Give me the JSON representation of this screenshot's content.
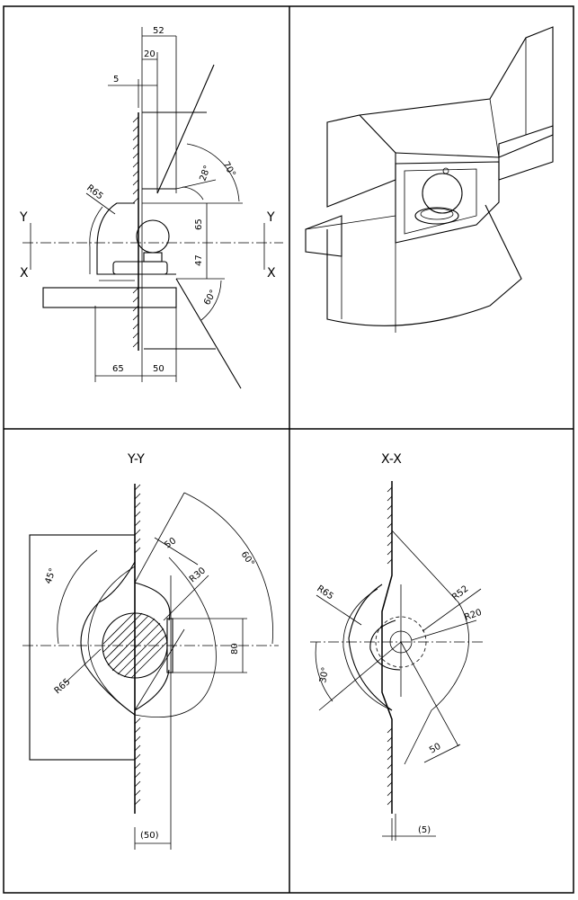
{
  "panels": {
    "top_left": {
      "dims": {
        "d52": "52",
        "d20": "20",
        "d5": "5",
        "d70": "70°",
        "d28": "28°",
        "r65": "R65",
        "d65": "65",
        "d47": "47",
        "d60": "60°",
        "d65b": "65",
        "d50": "50"
      },
      "markers": {
        "y": "Y",
        "x": "X"
      }
    },
    "bottom_left": {
      "title": "Y-Y",
      "dims": {
        "d50": "50",
        "r30": "R30",
        "d60": "60°",
        "d45": "45°",
        "d80": "80",
        "r65": "R65",
        "d50p": "(50)"
      }
    },
    "bottom_right": {
      "title": "X-X",
      "dims": {
        "r65": "R65",
        "r52": "R52",
        "r20": "R20",
        "d30": "30°",
        "d50": "50",
        "d5p": "(5)"
      }
    }
  }
}
